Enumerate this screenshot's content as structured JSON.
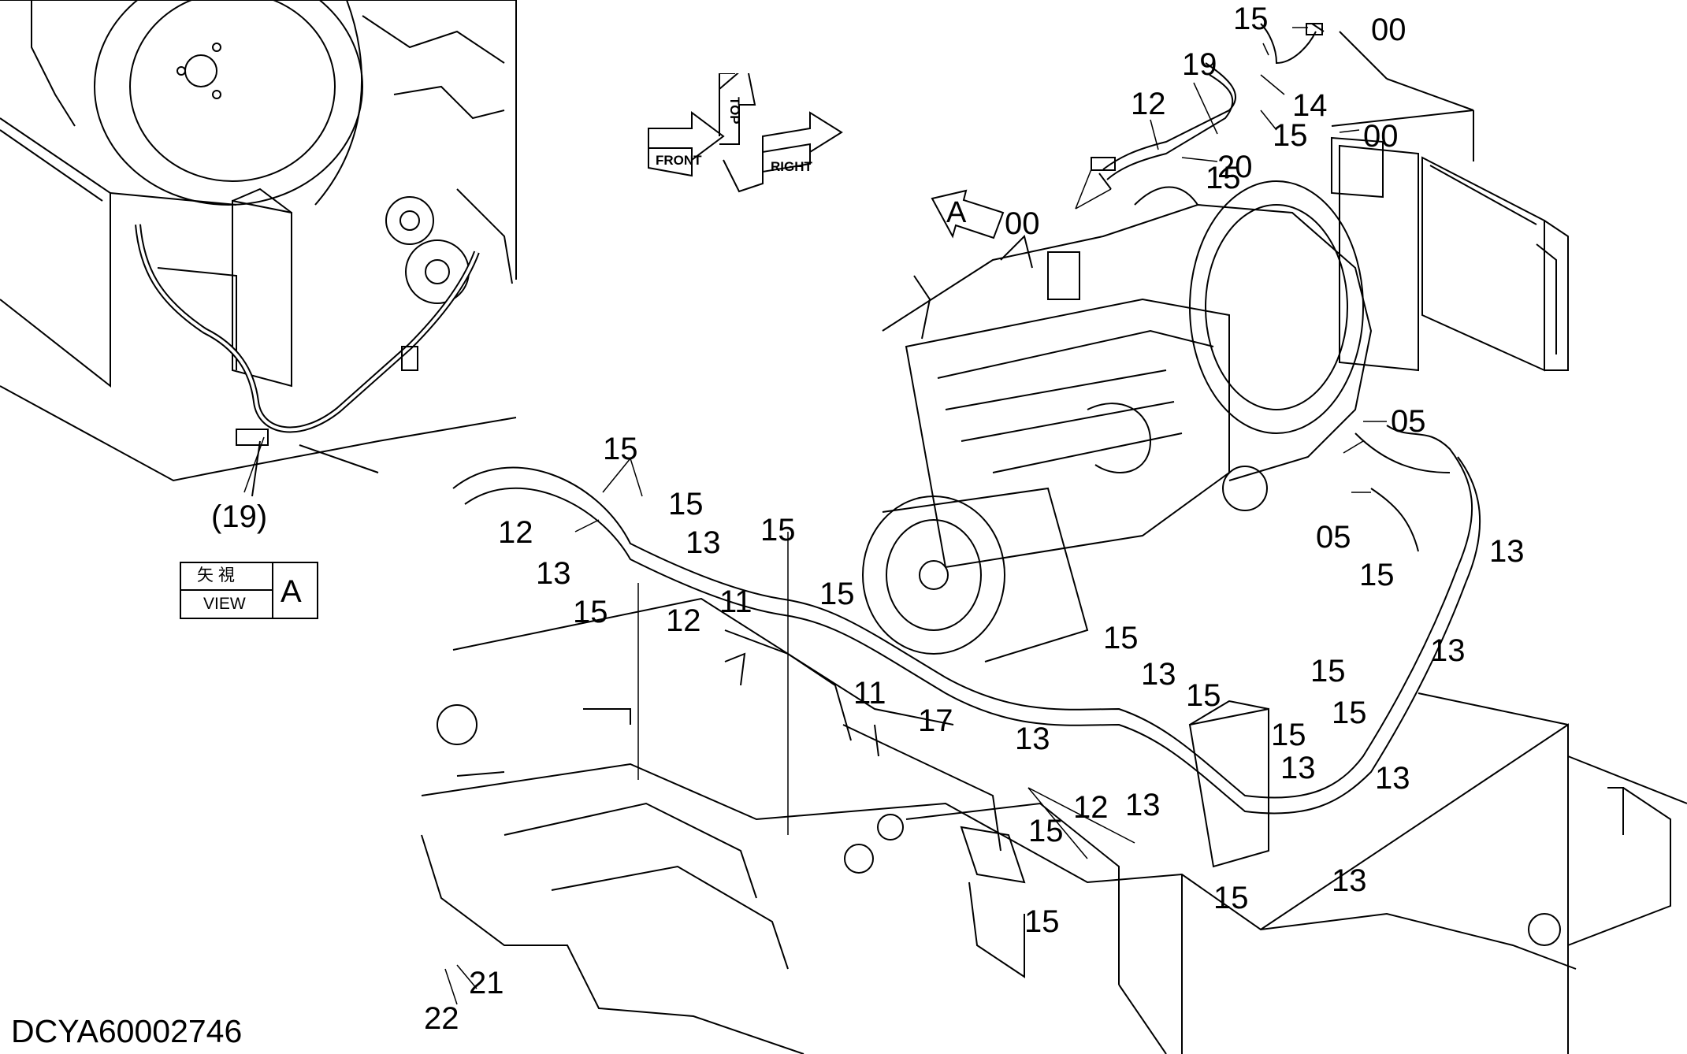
{
  "drawing_code": "DCYA60002746",
  "view_box": {
    "kanji": "矢 視",
    "view": "VIEW",
    "letter": "A"
  },
  "view_arrow_letter": "A",
  "orientation_cube": {
    "front": "FRONT",
    "top": "TOP",
    "right": "RIGHT"
  },
  "inset_callout": "(19)",
  "callouts": {
    "c00a": "00",
    "c00b": "00",
    "c00c": "00",
    "c05a": "05",
    "c05b": "05",
    "c11a": "11",
    "c11b": "11",
    "c12a": "12",
    "c12b": "12",
    "c12c": "12",
    "c12d": "12",
    "c13a": "13",
    "c13b": "13",
    "c13c": "13",
    "c13d": "13",
    "c13e": "13",
    "c13f": "13",
    "c13g": "13",
    "c13h": "13",
    "c13i": "13",
    "c13j": "13",
    "c14": "14",
    "c15a": "15",
    "c15b": "15",
    "c15c": "15",
    "c15d": "15",
    "c15e": "15",
    "c15f": "15",
    "c15g": "15",
    "c15h": "15",
    "c15i": "15",
    "c15j": "15",
    "c15k": "15",
    "c15l": "15",
    "c15m": "15",
    "c15n": "15",
    "c15o": "15",
    "c15p": "15",
    "c15q": "15",
    "c17": "17",
    "c19": "19",
    "c20": "20",
    "c21": "21",
    "c22": "22"
  }
}
